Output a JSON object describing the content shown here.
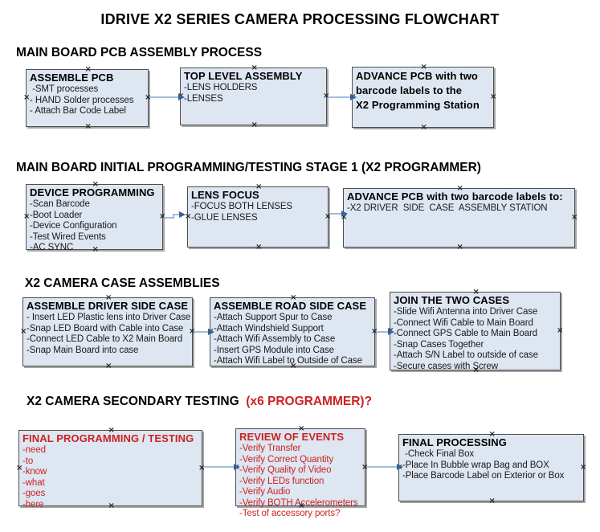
{
  "title": "IDRIVE X2  SERIES CAMERA PROCESSING FLOWCHART",
  "colors": {
    "box_fill": "#dde6f1",
    "box_border": "#4d4d4d",
    "arrow_line": "#95b3d7",
    "arrow_head": "#36609c",
    "red_text": "#cc2222"
  },
  "sections": [
    {
      "heading": "MAIN BOARD PCB ASSEMBLY PROCESS",
      "heading_suffix": "",
      "boxes": [
        {
          "title": "ASSEMBLE PCB",
          "items": [
            " -SMT processes",
            "- HAND Solder processes",
            "- Attach Bar Code Label"
          ]
        },
        {
          "title": "TOP LEVEL ASSEMBLY",
          "items": [
            "-LENS HOLDERS",
            "-LENSES"
          ]
        },
        {
          "title": "ADVANCE PCB with two\nbarcode labels to the\n X2 Programming Station",
          "items": []
        }
      ]
    },
    {
      "heading": "MAIN BOARD INITIAL PROGRAMMING/TESTING STAGE 1 (X2 PROGRAMMER)",
      "heading_suffix": "",
      "boxes": [
        {
          "title": "DEVICE PROGRAMMING",
          "items": [
            "-Scan Barcode",
            "-Boot Loader",
            "-Device Configuration",
            "-Test Wired Events",
            "-AC SYNC"
          ]
        },
        {
          "title": "LENS FOCUS",
          "items": [
            "-FOCUS BOTH LENSES",
            "-GLUE LENSES"
          ]
        },
        {
          "title": "ADVANCE PCB with two barcode labels to:",
          "items": [
            "-X2 DRIVER  SIDE  CASE  ASSEMBLY STATION"
          ]
        }
      ]
    },
    {
      "heading": "X2 CAMERA CASE ASSEMBLIES",
      "heading_suffix": "",
      "boxes": [
        {
          "title": "ASSEMBLE DRIVER SIDE CASE",
          "items": [
            "- Insert LED Plastic lens into Driver Case",
            "-Snap LED Board with Cable into Case",
            "-Connect LED Cable to X2 Main Board",
            "-Snap Main Board into case"
          ]
        },
        {
          "title": "ASSEMBLE ROAD SIDE CASE",
          "items": [
            "-Attach Support Spur to Case",
            "-Attach Windshield Support",
            "-Attach Wifi Assembly to Case",
            "-Insert GPS Module into Case",
            "-Attach Wifi Label to Outside of Case"
          ]
        },
        {
          "title": "JOIN THE TWO CASES",
          "items": [
            "-Slide Wifi Antenna into Driver Case",
            "-Connect Wifi Cable to Main Board",
            "-Connect GPS Cable to Main Board",
            "-Snap Cases Together",
            "-Attach S/N Label to outside of case",
            "-Secure cases with Screw"
          ]
        }
      ]
    },
    {
      "heading": "X2 CAMERA SECONDARY TESTING ",
      "heading_suffix": " (x6 PROGRAMMER)?",
      "boxes": [
        {
          "title": "FINAL PROGRAMMING / TESTING",
          "items": [
            "-need",
            "-to",
            "-know",
            "-what",
            "-goes",
            "-here"
          ]
        },
        {
          "title": "REVIEW OF EVENTS",
          "items": [
            "-Verify Transfer",
            "-Verify Correct Quantity",
            "-Verify Quality of Video",
            "-Verify LEDs function",
            "-Verify Audio",
            "-Verify BOTH Accelerometers",
            "-Test of accessory ports?"
          ]
        },
        {
          "title": "FINAL PROCESSING",
          "items": [
            " -Check Final Box",
            "-Place In Bubble wrap Bag and BOX",
            "-Place Barcode Label on Exterior or Box"
          ]
        }
      ]
    }
  ]
}
